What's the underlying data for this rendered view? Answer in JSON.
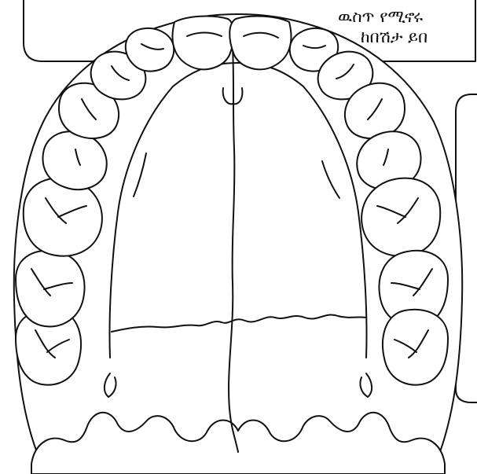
{
  "captions": {
    "top_line_1": "ዉስጥ የሚኖሩ",
    "top_line_2": "ከበሽታ ይበ"
  },
  "colors": {
    "ink": "#111111",
    "background": "#ffffff"
  },
  "illustration": {
    "subject": "upper-dental-arch-palate",
    "upper_left_teeth": 8,
    "upper_right_teeth": 8
  }
}
